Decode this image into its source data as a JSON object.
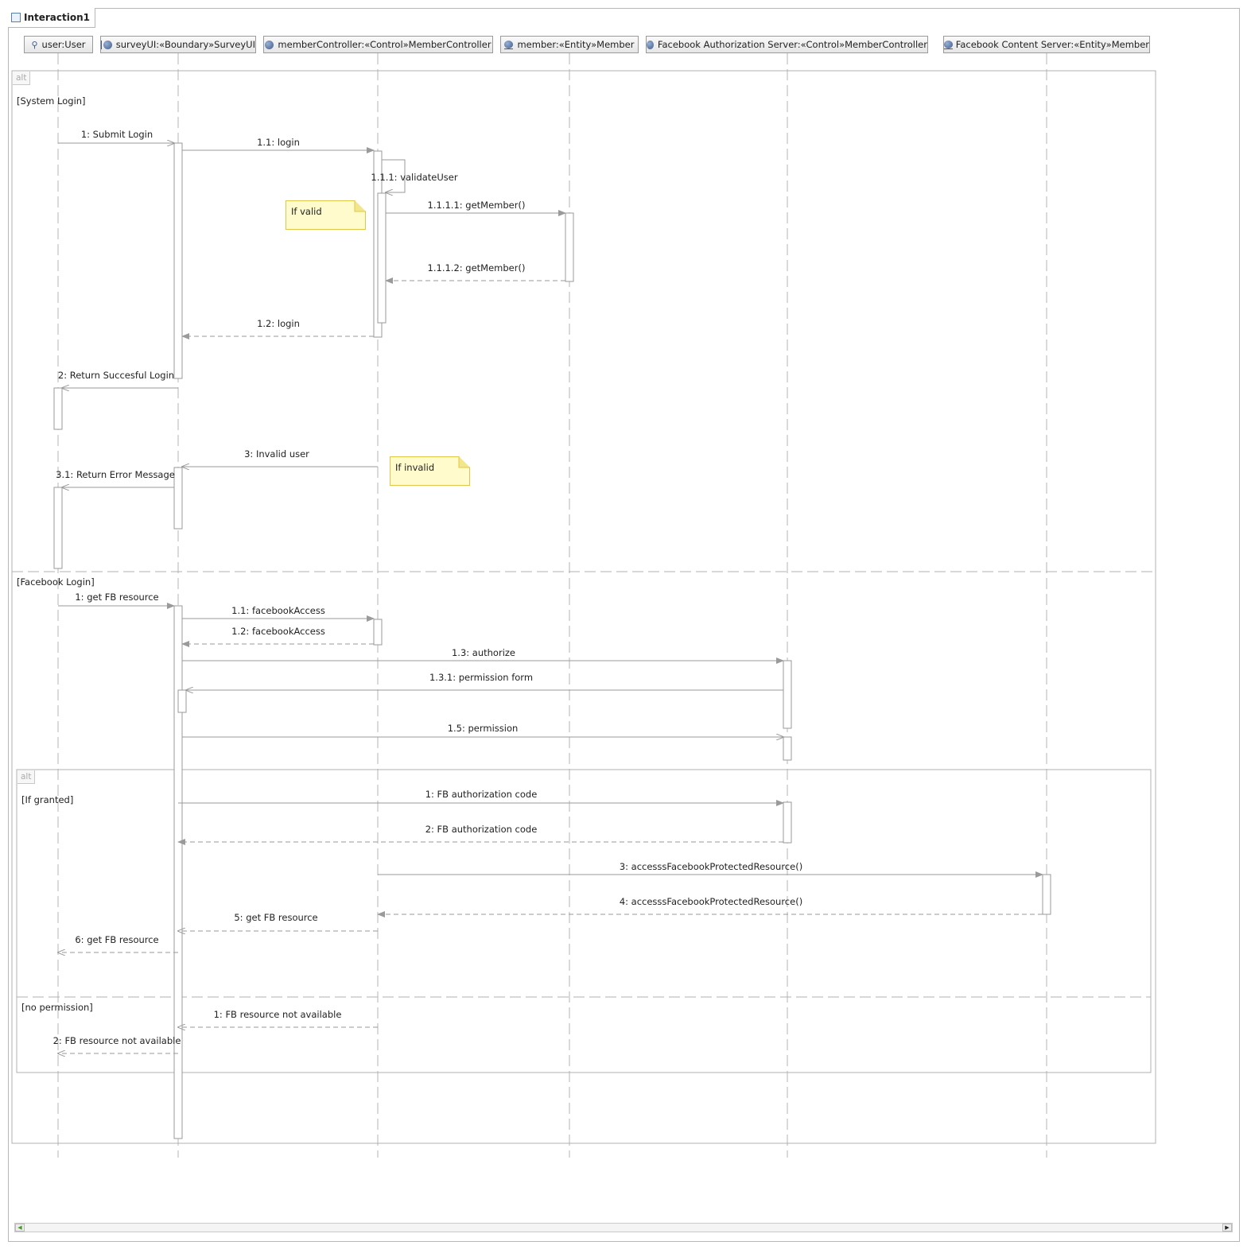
{
  "interaction": {
    "title": "Interaction1"
  },
  "lifelines": [
    {
      "name": "user:User",
      "icon": "actor-icon"
    },
    {
      "name": "surveyUI:«Boundary»SurveyUI",
      "icon": "boundary-icon"
    },
    {
      "name": "memberController:«Control»MemberController",
      "icon": "control-icon"
    },
    {
      "name": "member:«Entity»Member",
      "icon": "entity-icon"
    },
    {
      "name": "Facebook Authorization Server:«Control»MemberController",
      "icon": "control-icon"
    },
    {
      "name": "Facebook Content Server:«Entity»Member",
      "icon": "entity-icon"
    }
  ],
  "fragments": {
    "outer": {
      "operator": "alt",
      "guards": [
        "[System Login]",
        "[Facebook Login]"
      ]
    },
    "inner": {
      "operator": "alt",
      "guards": [
        "[If granted]",
        "[no permission]"
      ]
    }
  },
  "notes": {
    "valid": "If valid",
    "invalid": "If invalid"
  },
  "messages": [
    "1: Submit Login",
    "1.1: login",
    "1.1.1: validateUser",
    "1.1.1.1: getMember()",
    "1.1.1.2: getMember()",
    "1.2: login",
    "2: Return Succesful Login",
    "3: Invalid user",
    "3.1: Return Error Message",
    "1: get FB resource",
    "1.1: facebookAccess",
    "1.2: facebookAccess",
    "1.3: authorize",
    "1.3.1: permission form",
    "1.5: permission",
    "1: FB authorization code",
    "2: FB authorization code",
    "3: accesssFacebookProtectedResource()",
    "4: accesssFacebookProtectedResource()",
    "5: get FB resource",
    "6: get FB resource",
    "1: FB resource not available",
    "2: FB resource not available"
  ]
}
